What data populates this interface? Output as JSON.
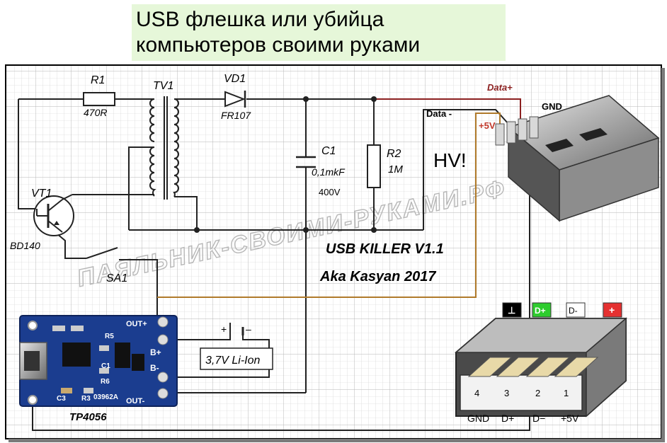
{
  "title": {
    "line1": "USB флешка или убийца",
    "line2": "компьютеров своими руками"
  },
  "labels": {
    "r1_name": "R1",
    "r1_value": "470R",
    "tv1": "TV1",
    "vd1_name": "VD1",
    "vd1_value": "FR107",
    "c1_name": "C1",
    "c1_value": "0,1mkF",
    "c1_voltage": "400V",
    "r2_name": "R2",
    "r2_value": "1M",
    "hv": "HV!",
    "vt1_name": "VT1",
    "vt1_value": "BD140",
    "sa1": "SA1",
    "product": "USB KILLER V1.1",
    "author": "Aka Kasyan 2017",
    "battery": "3,7V Li-Ion",
    "data_plus": "Data+",
    "data_minus": "Data -",
    "plus5v": "+5V",
    "gnd": "GND",
    "tp4056": "TP4056",
    "watermark": "ПАЯЛЬНИК-СВОИМИ-РУКАМИ.РФ",
    "battery_plus": "+",
    "battery_minus": "–"
  },
  "module": {
    "out_plus": "OUT+",
    "out_minus": "OUT-",
    "b_plus": "B+",
    "b_minus": "B-",
    "r5": "R5",
    "c1": "C1",
    "r6": "R6",
    "c3": "C3",
    "r3": "R3",
    "marking": "03962A"
  },
  "pinout": {
    "legend": [
      {
        "symbol": "⊥",
        "color": "#000000",
        "text_color": "#ffffff"
      },
      {
        "symbol": "D+",
        "color": "#2ecc2e",
        "text_color": "#ffffff"
      },
      {
        "symbol": "D-",
        "color": "#ffffff",
        "text_color": "#000000"
      },
      {
        "symbol": "+",
        "color": "#e53030",
        "text_color": "#ffffff"
      }
    ],
    "numbers": [
      "4",
      "3",
      "2",
      "1"
    ],
    "names": [
      "GND",
      "D+",
      "D−",
      "+5V"
    ]
  },
  "colors": {
    "wire": "#222222",
    "data_plus_wire": "#8b2020",
    "plus5v_wire": "#b07a2a",
    "grid": "#c9c9c9",
    "module_board": "#1b3d8f",
    "title_bg": "#e6f7d9"
  }
}
